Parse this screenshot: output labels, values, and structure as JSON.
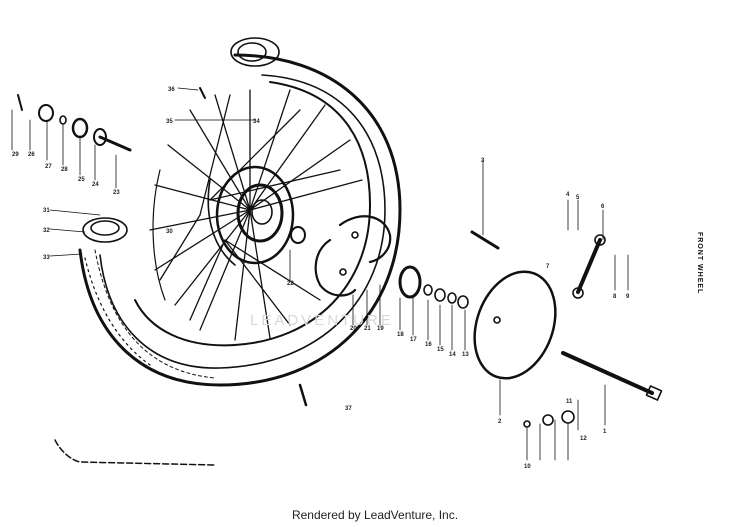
{
  "diagram": {
    "title": "FRONT WHEEL",
    "footer": "Rendered by LeadVenture, Inc.",
    "watermark": "LEADVENTURE",
    "callouts": [
      "1",
      "2",
      "3",
      "4",
      "5",
      "6",
      "7",
      "8",
      "9",
      "10",
      "11",
      "12",
      "13",
      "14",
      "15",
      "16",
      "17",
      "18",
      "19",
      "20",
      "21",
      "22",
      "23",
      "24",
      "25",
      "26",
      "27",
      "28",
      "29",
      "30",
      "31",
      "32",
      "33",
      "34",
      "35",
      "36",
      "37"
    ]
  }
}
